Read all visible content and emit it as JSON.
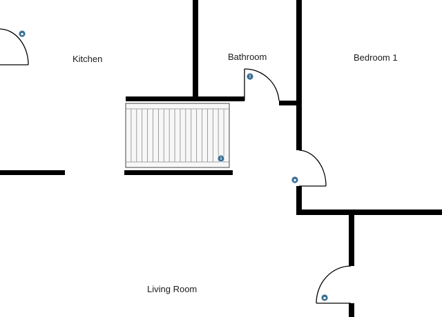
{
  "rooms": {
    "kitchen": "Kitchen",
    "bathroom": "Bathroom",
    "bedroom1": "Bedroom 1",
    "living_room": "Living Room"
  },
  "markers": {
    "kitchen_door": "door-sensor-icon",
    "bathroom_door": "info-icon",
    "stair": "info-icon",
    "bedroom_door": "door-sensor-icon",
    "living_door": "door-sensor-icon"
  },
  "colors": {
    "wall": "#000000",
    "marker": "#3b6f94",
    "background": "#ffffff"
  }
}
